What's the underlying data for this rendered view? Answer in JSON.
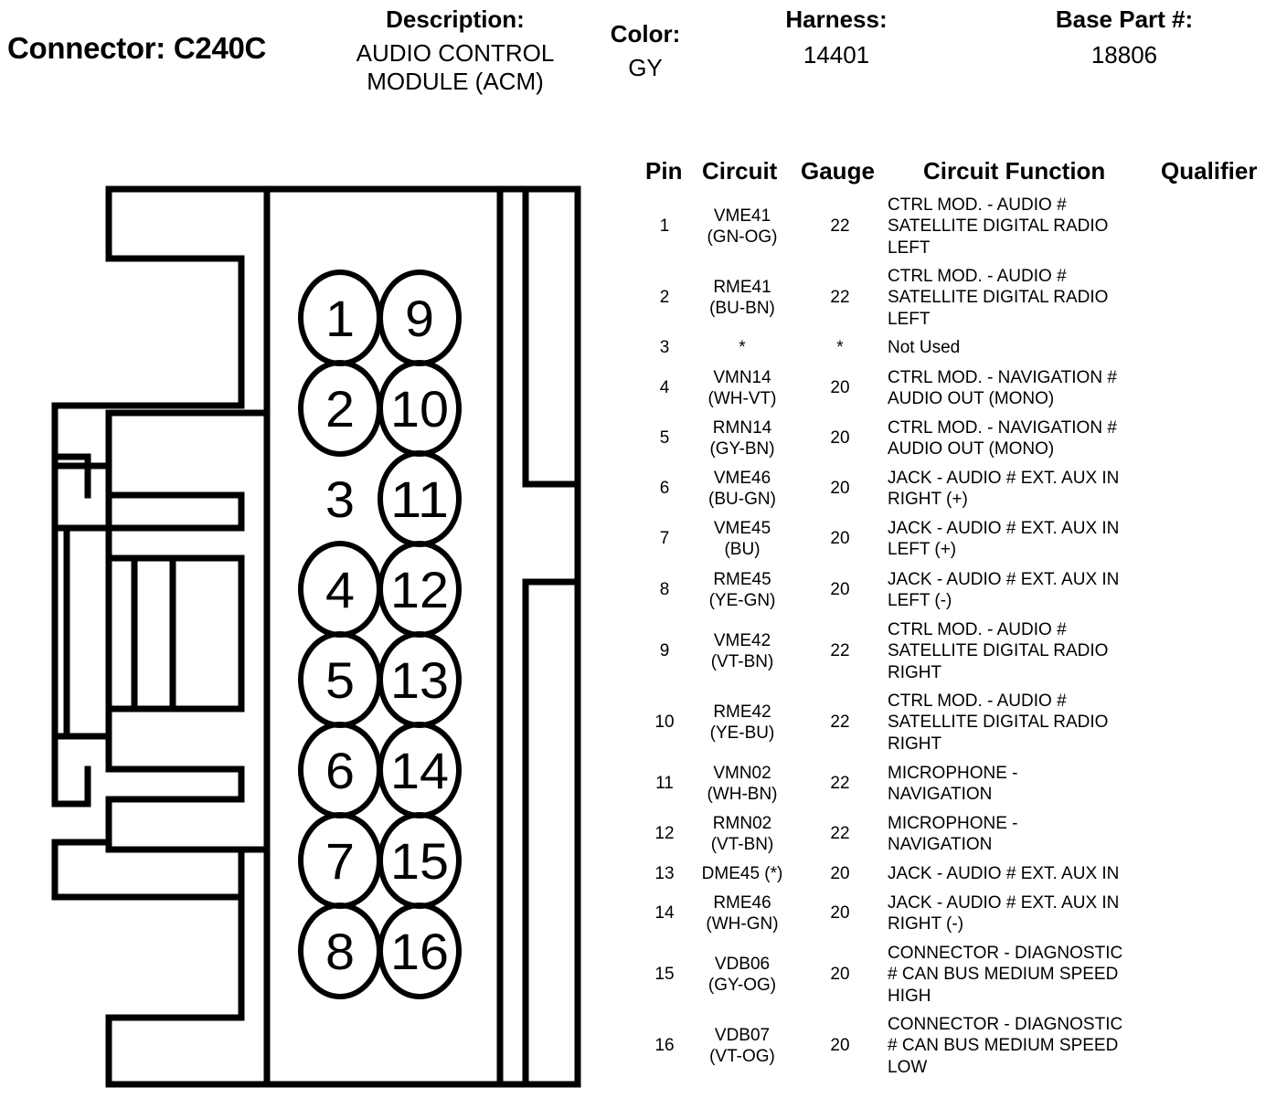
{
  "header": {
    "connector_title": "Connector: C240C",
    "description_label": "Description:",
    "description_line1": "AUDIO CONTROL",
    "description_line2": "MODULE (ACM)",
    "color_label": "Color:",
    "color_value": "GY",
    "harness_label": "Harness:",
    "harness_value": "14401",
    "base_part_label": "Base Part #:",
    "base_part_value": "18806"
  },
  "table": {
    "columns": [
      "Pin",
      "Circuit",
      "Gauge",
      "Circuit Function",
      "Qualifier"
    ],
    "rows": [
      {
        "pin": "1",
        "circuit": "VME41",
        "wire_color": "(GN-OG)",
        "gauge": "22",
        "function": [
          "CTRL MOD. - AUDIO #",
          "SATELLITE DIGITAL RADIO",
          "LEFT"
        ],
        "qualifier": ""
      },
      {
        "pin": "2",
        "circuit": "RME41",
        "wire_color": "(BU-BN)",
        "gauge": "22",
        "function": [
          "CTRL MOD. - AUDIO #",
          "SATELLITE DIGITAL RADIO",
          "LEFT"
        ],
        "qualifier": ""
      },
      {
        "pin": "3",
        "circuit": "*",
        "wire_color": "",
        "gauge": "*",
        "function": [
          "Not Used"
        ],
        "qualifier": ""
      },
      {
        "pin": "4",
        "circuit": "VMN14",
        "wire_color": "(WH-VT)",
        "gauge": "20",
        "function": [
          "CTRL MOD. - NAVIGATION #",
          "AUDIO OUT (MONO)"
        ],
        "qualifier": ""
      },
      {
        "pin": "5",
        "circuit": "RMN14",
        "wire_color": "(GY-BN)",
        "gauge": "20",
        "function": [
          "CTRL MOD. - NAVIGATION #",
          "AUDIO OUT (MONO)"
        ],
        "qualifier": ""
      },
      {
        "pin": "6",
        "circuit": "VME46",
        "wire_color": "(BU-GN)",
        "gauge": "20",
        "function": [
          "JACK - AUDIO # EXT. AUX IN",
          "RIGHT (+)"
        ],
        "qualifier": ""
      },
      {
        "pin": "7",
        "circuit": "VME45",
        "wire_color": "(BU)",
        "gauge": "20",
        "function": [
          "JACK - AUDIO # EXT. AUX IN",
          "LEFT (+)"
        ],
        "qualifier": ""
      },
      {
        "pin": "8",
        "circuit": "RME45",
        "wire_color": "(YE-GN)",
        "gauge": "20",
        "function": [
          "JACK - AUDIO # EXT. AUX IN",
          "LEFT (-)"
        ],
        "qualifier": ""
      },
      {
        "pin": "9",
        "circuit": "VME42",
        "wire_color": "(VT-BN)",
        "gauge": "22",
        "function": [
          "CTRL MOD. - AUDIO #",
          "SATELLITE DIGITAL RADIO",
          "RIGHT"
        ],
        "qualifier": ""
      },
      {
        "pin": "10",
        "circuit": "RME42",
        "wire_color": "(YE-BU)",
        "gauge": "22",
        "function": [
          "CTRL MOD. - AUDIO #",
          "SATELLITE DIGITAL RADIO",
          "RIGHT"
        ],
        "qualifier": ""
      },
      {
        "pin": "11",
        "circuit": "VMN02",
        "wire_color": "(WH-BN)",
        "gauge": "22",
        "function": [
          "MICROPHONE -",
          "NAVIGATION"
        ],
        "qualifier": ""
      },
      {
        "pin": "12",
        "circuit": "RMN02",
        "wire_color": "(VT-BN)",
        "gauge": "22",
        "function": [
          "MICROPHONE -",
          "NAVIGATION"
        ],
        "qualifier": ""
      },
      {
        "pin": "13",
        "circuit": "DME45 (*)",
        "wire_color": "",
        "gauge": "20",
        "function": [
          "JACK - AUDIO # EXT. AUX IN"
        ],
        "qualifier": ""
      },
      {
        "pin": "14",
        "circuit": "RME46",
        "wire_color": "(WH-GN)",
        "gauge": "20",
        "function": [
          "JACK - AUDIO # EXT. AUX IN",
          "RIGHT (-)"
        ],
        "qualifier": ""
      },
      {
        "pin": "15",
        "circuit": "VDB06",
        "wire_color": "(GY-OG)",
        "gauge": "20",
        "function": [
          "CONNECTOR - DIAGNOSTIC",
          "# CAN BUS MEDIUM SPEED",
          "HIGH"
        ],
        "qualifier": ""
      },
      {
        "pin": "16",
        "circuit": "VDB07",
        "wire_color": "(VT-OG)",
        "gauge": "20",
        "function": [
          "CONNECTOR - DIAGNOSTIC",
          "# CAN BUS MEDIUM SPEED",
          "LOW"
        ],
        "qualifier": ""
      }
    ]
  },
  "connector_face": {
    "left_column_pins": [
      "1",
      "2",
      "3",
      "4",
      "5",
      "6",
      "7",
      "8"
    ],
    "right_column_pins": [
      "9",
      "10",
      "11",
      "12",
      "13",
      "14",
      "15",
      "16"
    ],
    "unpopulated_pins": [
      "3"
    ]
  }
}
